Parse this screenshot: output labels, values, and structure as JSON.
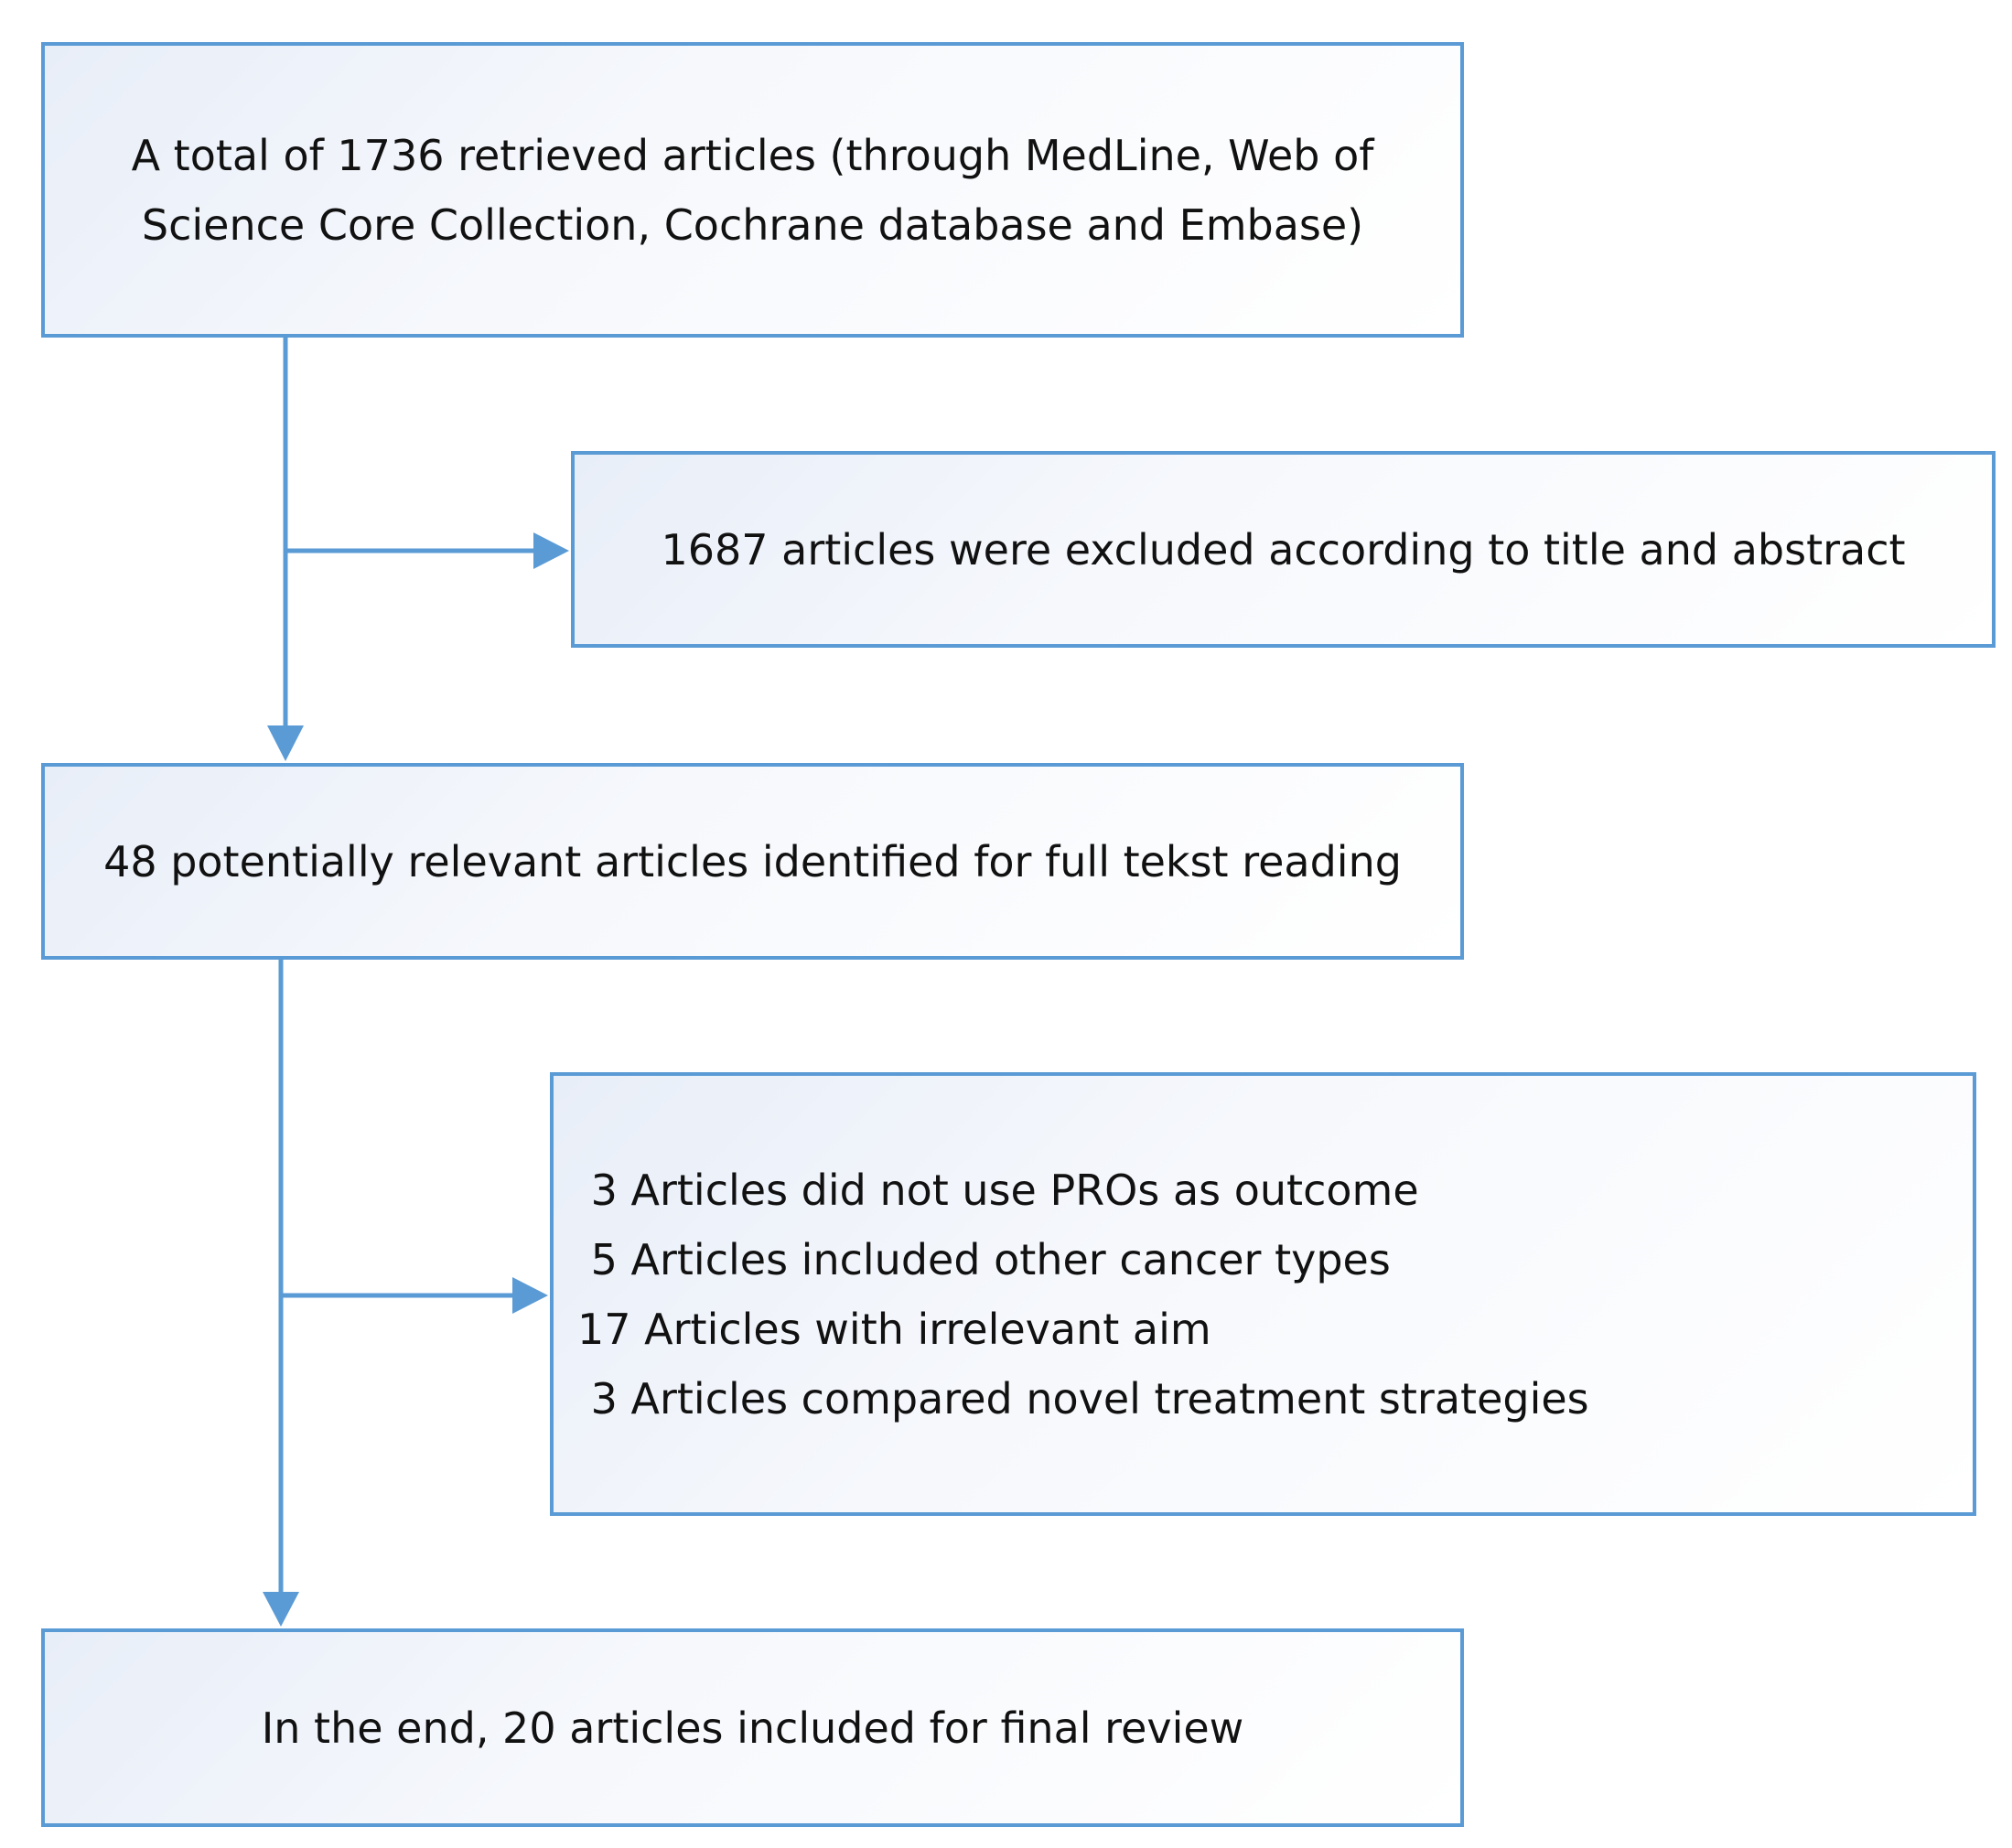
{
  "colors": {
    "accent": "#5b9bd5",
    "box_fill_start": "#e8eef8",
    "box_fill_end": "#ffffff",
    "text": "#111111"
  },
  "flow": {
    "retrieved": {
      "text": "A total of 1736 retrieved articles (through MedLine, Web of Science Core Collection, Cochrane database and Embase)"
    },
    "excluded_title_abstract": {
      "text": "1687 articles were excluded according to title and abstract"
    },
    "relevant": {
      "text": "48 potentially relevant articles identified for full tekst reading"
    },
    "excluded_fulltext": {
      "reasons": [
        " 3 Articles did not use PROs as outcome",
        " 5 Articles included other cancer types",
        "17 Articles with irrelevant aim",
        " 3 Articles compared novel treatment strategies"
      ]
    },
    "final": {
      "text": "In the end, 20 articles included for final review"
    }
  }
}
